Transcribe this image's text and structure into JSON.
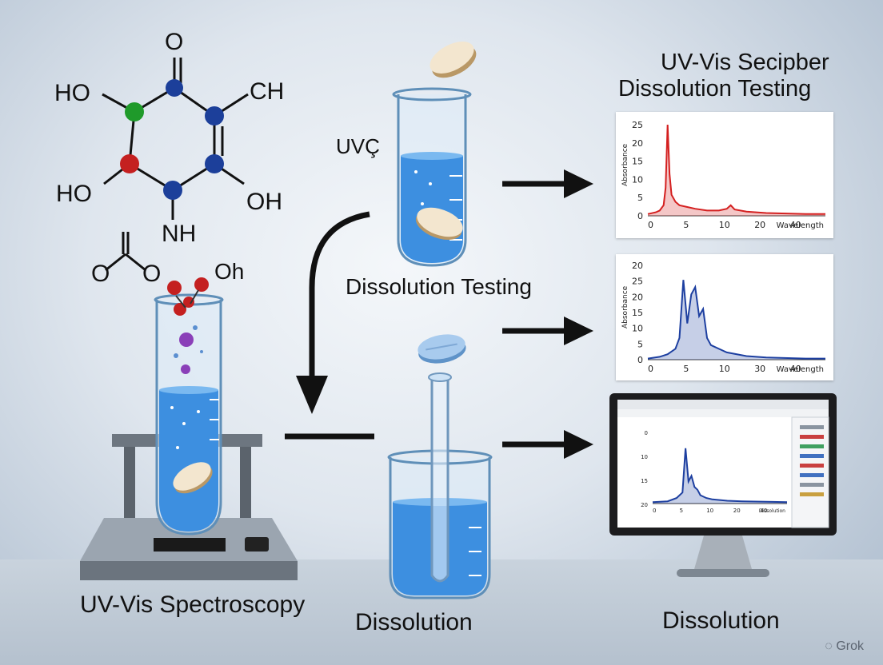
{
  "title_lines": [
    "UV-Vis Secipber",
    "Dissolution Testing"
  ],
  "captions": {
    "uv_vis": "UV-Vis Spectroscopy",
    "dissolution_testing": "Dissolution Testing",
    "dissolution_center": "Dissolution",
    "dissolution_right": "Dissolution",
    "uvc": "UVÇ"
  },
  "molecule_labels": {
    "top_o": "O",
    "ho_left": "HO",
    "ch": "CH",
    "ho_lower": "HO",
    "oh_right": "OH",
    "nh": "NH",
    "o_left": "O",
    "o_right": "O",
    "oh_bottom": "Oh"
  },
  "watermark": "Grok",
  "colors": {
    "red_series": "#d42020",
    "blue_series": "#1d3fa0",
    "liquid": "#3d8fe0"
  },
  "chart_data": [
    {
      "type": "line",
      "ylabel": "Absorbance",
      "x_ticks": [
        "0",
        "5",
        "10",
        "20",
        "40"
      ],
      "x_label": "Wavelength",
      "y_ticks": [
        "0",
        "5",
        "10",
        "15",
        "20",
        "25"
      ],
      "x": [
        0,
        2,
        3,
        4,
        4.5,
        5,
        5.5,
        6,
        7,
        8,
        10,
        12,
        15,
        18,
        20,
        21,
        22,
        25,
        30,
        40,
        45
      ],
      "values": [
        0.5,
        1,
        1.5,
        3,
        8,
        26,
        12,
        6,
        4,
        3,
        2.5,
        2,
        1.5,
        1.5,
        2,
        3,
        1.8,
        1.2,
        0.8,
        0.5,
        0.5
      ]
    },
    {
      "type": "line",
      "ylabel": "Absorbance",
      "x_ticks": [
        "0",
        "5",
        "10",
        "30",
        "40"
      ],
      "x_label": "Wavelength",
      "y_ticks": [
        "0",
        "5",
        "10",
        "15",
        "20",
        "25",
        "20"
      ],
      "x": [
        0,
        3,
        5,
        7,
        8,
        9,
        10,
        11,
        12,
        13,
        14,
        15,
        16,
        18,
        20,
        25,
        30,
        40,
        45
      ],
      "values": [
        0.3,
        0.8,
        1.5,
        3,
        6,
        22,
        10,
        18,
        20,
        12,
        14,
        6,
        4,
        3,
        2,
        1,
        0.6,
        0.3,
        0.3
      ]
    },
    {
      "type": "line",
      "x_ticks": [
        "0",
        "5",
        "10",
        "20",
        "40"
      ],
      "y_ticks": [
        "20",
        "15",
        "10",
        "0"
      ],
      "x_label": "Dissolution",
      "x": [
        0,
        5,
        8,
        10,
        11,
        12,
        13,
        14,
        15,
        16,
        18,
        20,
        25,
        30,
        40,
        45
      ],
      "values": [
        0.5,
        0.8,
        2,
        4,
        20,
        8,
        10,
        6,
        5,
        3,
        2,
        1.5,
        1,
        0.8,
        0.6,
        0.5
      ]
    }
  ]
}
